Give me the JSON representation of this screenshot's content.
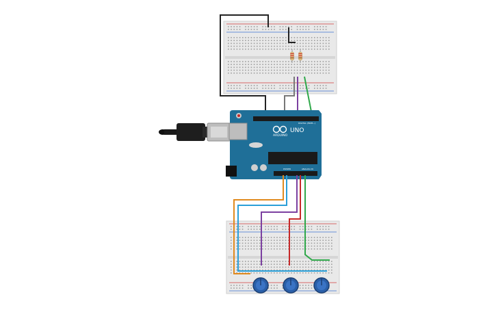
{
  "board": {
    "brand_label": "ARDUINO",
    "model_label": "UNO",
    "digital_label": "DIGITAL (PWM~)",
    "power_label": "POWER",
    "analog_label": "ANALOG IN"
  },
  "components": {
    "top_breadboard": "breadboard",
    "bottom_breadboard": "breadboard",
    "resistors": 2,
    "potentiometers": 3,
    "usb_cable": "usb-cable"
  },
  "colors": {
    "board_blue": "#1f6f98",
    "breadboard": "#e9e9e9",
    "rail_red": "#d23a3a",
    "rail_blue": "#3a6fd2",
    "wire_black": "#222222",
    "wire_gray": "#777777",
    "wire_purple": "#7b3fa0",
    "wire_green": "#2fa84a",
    "wire_orange": "#e08a1e",
    "wire_cyan": "#2a9fd8",
    "wire_red": "#c62828",
    "knob_blue": "#2a5fa8"
  }
}
